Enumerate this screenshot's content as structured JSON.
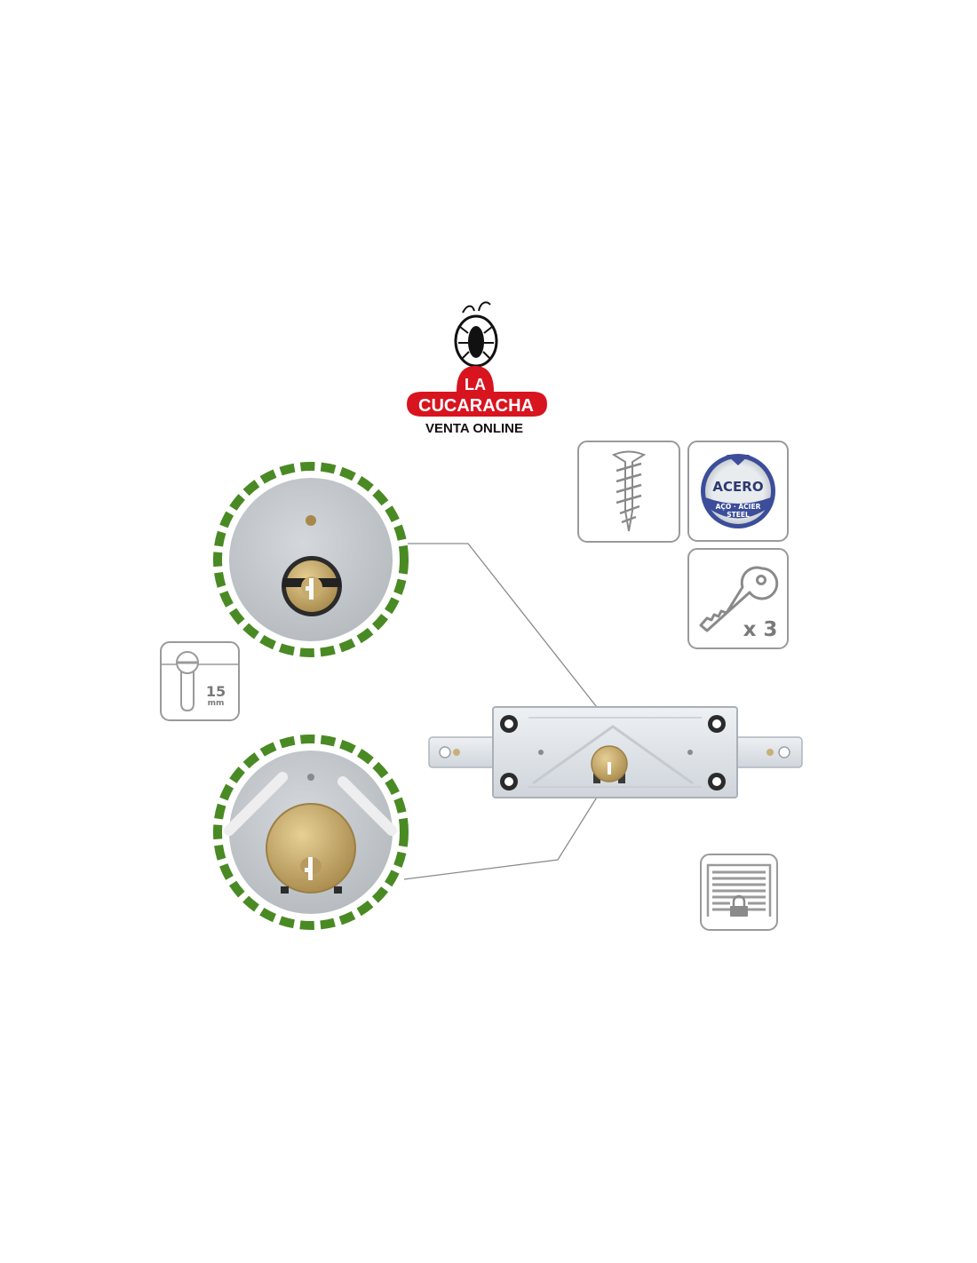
{
  "logo": {
    "line1": "LA",
    "line2": "CUCARACHA",
    "line3": "VENTA ONLINE",
    "brand_red": "#d8141f"
  },
  "icons": {
    "screw": "screw-icon",
    "steel_badge": {
      "title": "ACERO",
      "subtitle_1": "AÇO · ACIER",
      "subtitle_2": "STEEL"
    },
    "keys": {
      "label": "x 3"
    },
    "cylinder": {
      "value": "15",
      "unit": "mm"
    },
    "shutter": "shutter-lock-icon"
  },
  "colors": {
    "dashed_ring": "#4a8a24",
    "icon_border": "#9a9a9a",
    "metal": "#dfe3e8",
    "brass": "#c7a867"
  }
}
